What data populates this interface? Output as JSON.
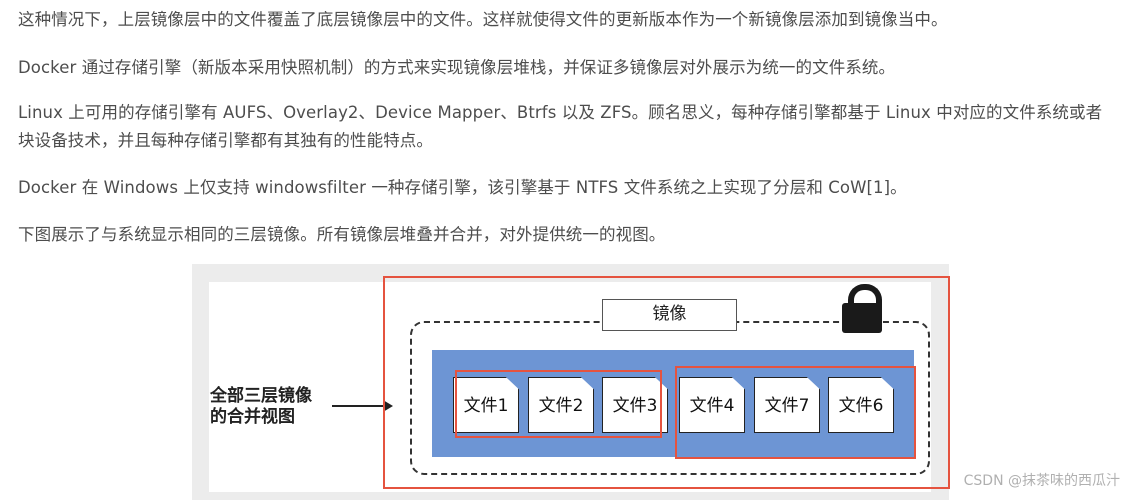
{
  "paragraphs": [
    "这种情况下，上层镜像层中的文件覆盖了底层镜像层中的文件。这样就使得文件的更新版本作为一个新镜像层添加到镜像当中。",
    "Docker 通过存储引擎（新版本采用快照机制）的方式来实现镜像层堆栈，并保证多镜像层对外展示为统一的文件系统。",
    "Linux 上可用的存储引擎有 AUFS、Overlay2、Device Mapper、Btrfs 以及 ZFS。顾名思义，每种存储引擎都基于 Linux 中对应的文件系统或者块设备技术，并且每种存储引擎都有其独有的性能特点。",
    "Docker 在 Windows 上仅支持 windowsfilter 一种存储引擎，该引擎基于 NTFS 文件系统之上实现了分层和 CoW[1]。",
    "下图展示了与系统显示相同的三层镜像。所有镜像层堆叠并合并，对外提供统一的视图。"
  ],
  "figure": {
    "image_label": "镜像",
    "merged_view_label_line1": "全部三层镜像",
    "merged_view_label_line2": "的合并视图",
    "files": [
      "文件1",
      "文件2",
      "文件3",
      "文件4",
      "文件7",
      "文件6"
    ],
    "lock_icon": "lock-icon",
    "highlight_color": "#e5533f",
    "layer_color": "#6d95d4"
  },
  "watermark": "CSDN @抹茶味的西瓜汁"
}
